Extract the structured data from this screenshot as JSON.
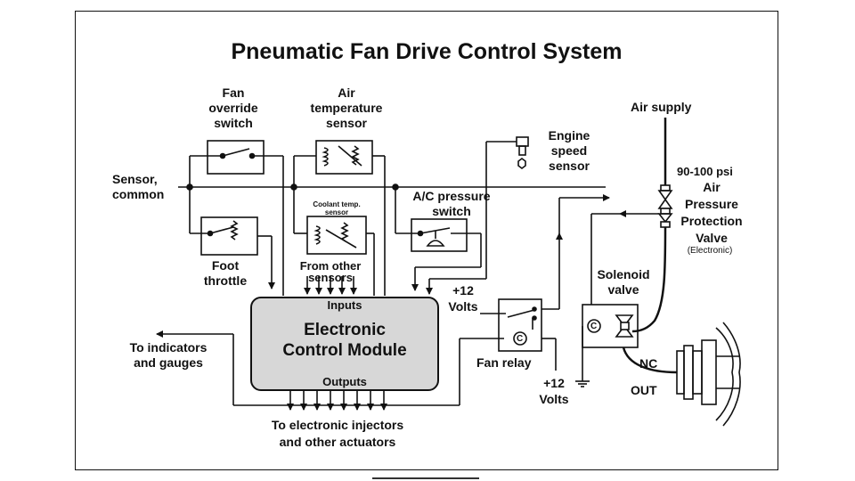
{
  "title": "Pneumatic Fan Drive Control System",
  "labels": {
    "fan_override_switch": "Fan\noverride\nswitch",
    "air_temperature_sensor": "Air\ntemperature\nsensor",
    "engine_speed_sensor": "Engine\nspeed\nsensor",
    "air_supply": "Air supply",
    "sensor_common": "Sensor,\ncommon",
    "coolant_temp_sensor": "Coolant temp.\nsensor",
    "ac_pressure_switch": "A/C pressure\nswitch",
    "pressure_psi": "90-100 psi",
    "air_pressure_protection_valve": "Air\nPressure\nProtection\nValve",
    "electronic_note": "(Electronic)",
    "foot_throttle": "Foot\nthrottle",
    "from_other_sensors": "From other\nsensors",
    "plus12_volts_top": "+12\nVolts",
    "solenoid_valve": "Solenoid\nvalve",
    "to_indicators": "To indicators\nand gauges",
    "fan_relay": "Fan relay",
    "plus12_volts_bottom": "+12\nVolts",
    "nc": "NC",
    "out": "OUT",
    "to_injectors": "To electronic injectors\nand other actuators",
    "relay_coil": "C",
    "solenoid_coil": "C"
  },
  "ecm": {
    "inputs": "Inputs",
    "title": "Electronic\nControl Module",
    "outputs": "Outputs"
  }
}
